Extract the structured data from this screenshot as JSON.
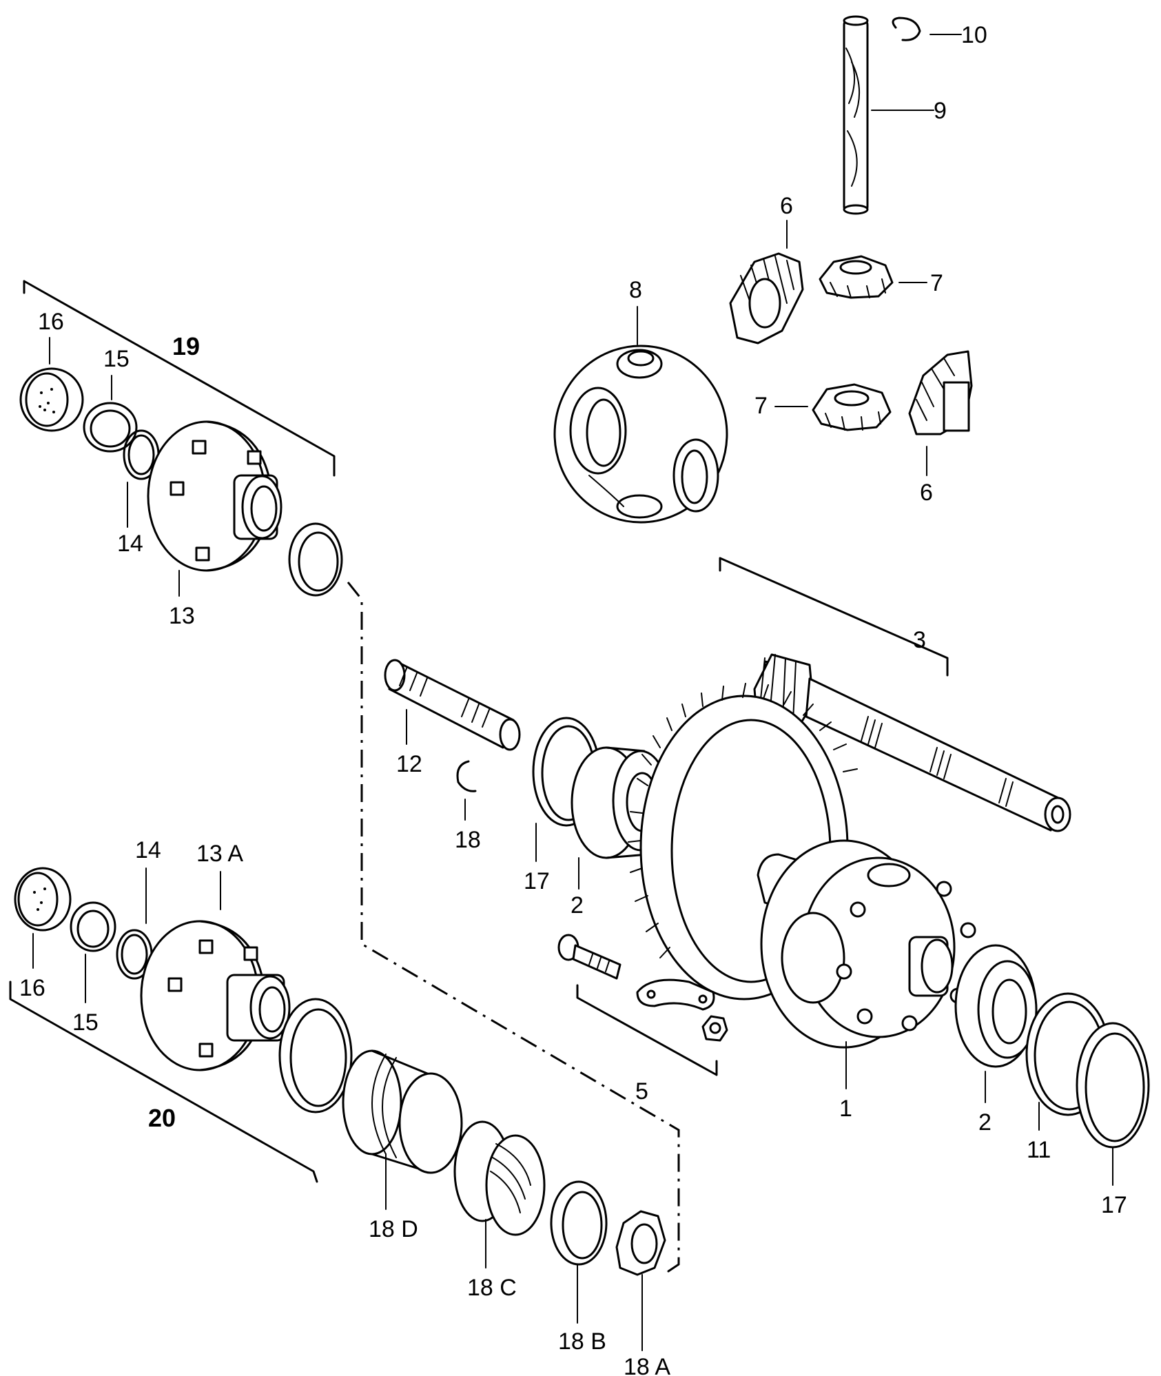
{
  "callouts": [
    {
      "id": "c10",
      "text": "10"
    },
    {
      "id": "c9",
      "text": "9"
    },
    {
      "id": "c6a",
      "text": "6"
    },
    {
      "id": "c7a",
      "text": "7"
    },
    {
      "id": "c8",
      "text": "8"
    },
    {
      "id": "c7b",
      "text": "7"
    },
    {
      "id": "c6b",
      "text": "6"
    },
    {
      "id": "c16a",
      "text": "16"
    },
    {
      "id": "c15a",
      "text": "15"
    },
    {
      "id": "c19",
      "text": "19"
    },
    {
      "id": "c14a",
      "text": "14"
    },
    {
      "id": "c13",
      "text": "13"
    },
    {
      "id": "c3",
      "text": "3"
    },
    {
      "id": "c12",
      "text": "12"
    },
    {
      "id": "c18",
      "text": "18"
    },
    {
      "id": "c17a",
      "text": "17"
    },
    {
      "id": "c2a",
      "text": "2"
    },
    {
      "id": "c14b",
      "text": "14"
    },
    {
      "id": "c13A",
      "text": "13 A"
    },
    {
      "id": "c16b",
      "text": "16"
    },
    {
      "id": "c15b",
      "text": "15"
    },
    {
      "id": "c20",
      "text": "20"
    },
    {
      "id": "c5",
      "text": "5"
    },
    {
      "id": "c1",
      "text": "1"
    },
    {
      "id": "c2b",
      "text": "2"
    },
    {
      "id": "c11",
      "text": "11"
    },
    {
      "id": "c17b",
      "text": "17"
    },
    {
      "id": "c18D",
      "text": "18 D"
    },
    {
      "id": "c18C",
      "text": "18 C"
    },
    {
      "id": "c18B",
      "text": "18 B"
    },
    {
      "id": "c18A",
      "text": "18 A"
    }
  ]
}
